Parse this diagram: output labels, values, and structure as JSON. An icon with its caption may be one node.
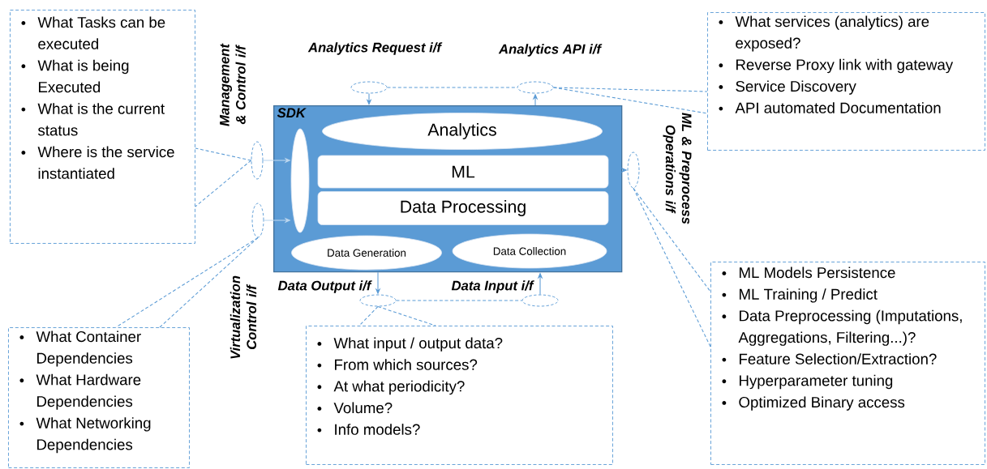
{
  "diagram": {
    "nodes": [
      {
        "text": [
          "SDK"
        ]
      },
      {
        "text": [
          "Analytics"
        ],
        "in": 0
      },
      {
        "text": [
          "ML"
        ],
        "in": 0
      },
      {
        "text": [
          "Data Processing"
        ],
        "in": 0
      },
      {
        "text": [
          "Data Generation"
        ],
        "in": 0
      },
      {
        "text": [
          "Data Collection"
        ],
        "in": 0
      },
      {
        "text": [],
        "shape": "ellipse",
        "in": 0
      },
      {
        "text": [],
        "shape": "ellipse",
        "beside": [
          "Management & Control i/f"
        ]
      },
      {
        "text": [],
        "shape": "ellipse",
        "beside": [
          "Virtualization Control i/f"
        ]
      },
      {
        "text": [],
        "shape": "ellipse",
        "beside": [
          "Analytics Request i/f"
        ]
      },
      {
        "text": [],
        "shape": "ellipse",
        "beside": [
          "Analytics API i/f"
        ]
      },
      {
        "text": [],
        "shape": "ellipse",
        "beside": [
          "ML & Preprocess Operations i/f"
        ]
      },
      {
        "text": [],
        "shape": "ellipse",
        "beside": [
          "Data Output i/f"
        ]
      },
      {
        "text": [],
        "shape": "ellipse",
        "beside": [
          "Data Input i/f"
        ]
      },
      {
        "text": [
          "What Tasks can be executed",
          "What is being Executed",
          "What is the current status",
          "Where is the service instantiated"
        ]
      },
      {
        "text": [
          "What services (analytics) are exposed?",
          "Reverse Proxy link with gateway",
          "Service Discovery",
          "API automated Documentation"
        ]
      },
      {
        "text": [
          "What Container Dependencies",
          "What Hardware Dependencies",
          "What Networking Dependencies"
        ]
      },
      {
        "text": [
          "What input / output data?",
          "From which sources?",
          "At what periodicity?",
          "Volume?",
          "Info models?"
        ]
      },
      {
        "text": [
          "ML Models Persistence",
          "ML Training / Predict",
          "Data Preprocessing (Imputations, Aggregations, Filtering...)?",
          "Feature Selection/Extraction?",
          "Hyperparameter tuning",
          "Optimized Binary access"
        ]
      }
    ],
    "edges": [
      {
        "from": 7,
        "to": 6,
        "arrow": "to",
        "color": "#bdd7ee"
      },
      {
        "from": 8,
        "to": 6,
        "arrow": "to",
        "color": "#bdd7ee"
      },
      {
        "from": 9,
        "to": 0,
        "arrow": "to"
      },
      {
        "from": 0,
        "to": 10,
        "arrow": "to"
      },
      {
        "from": 0,
        "to": 11,
        "arrow": "to"
      },
      {
        "from": 0,
        "to": 12,
        "arrow": "to"
      },
      {
        "from": 13,
        "to": 0,
        "arrow": "to"
      },
      {
        "from": 7,
        "to": 14,
        "arrow": "none",
        "style": "dashed"
      },
      {
        "from": 7,
        "to": 14,
        "arrow": "none",
        "style": "dashed"
      },
      {
        "from": 8,
        "to": 16,
        "arrow": "none",
        "style": "dashed"
      },
      {
        "from": 8,
        "to": 16,
        "arrow": "none",
        "style": "dashed"
      },
      {
        "from": 9,
        "to": 10,
        "arrow": "none",
        "style": "dashed"
      },
      {
        "from": 10,
        "to": 15,
        "arrow": "none",
        "style": "dashed"
      },
      {
        "from": 10,
        "to": 15,
        "arrow": "none",
        "style": "dashed"
      },
      {
        "from": 11,
        "to": 18,
        "arrow": "none",
        "style": "dashed"
      },
      {
        "from": 11,
        "to": 18,
        "arrow": "none",
        "style": "dashed"
      },
      {
        "from": 12,
        "to": 13,
        "arrow": "none",
        "style": "dashed"
      },
      {
        "from": 12,
        "to": 17,
        "arrow": "none",
        "style": "dashed"
      },
      {
        "from": 12,
        "to": 17,
        "arrow": "none",
        "style": "dashed"
      }
    ]
  }
}
